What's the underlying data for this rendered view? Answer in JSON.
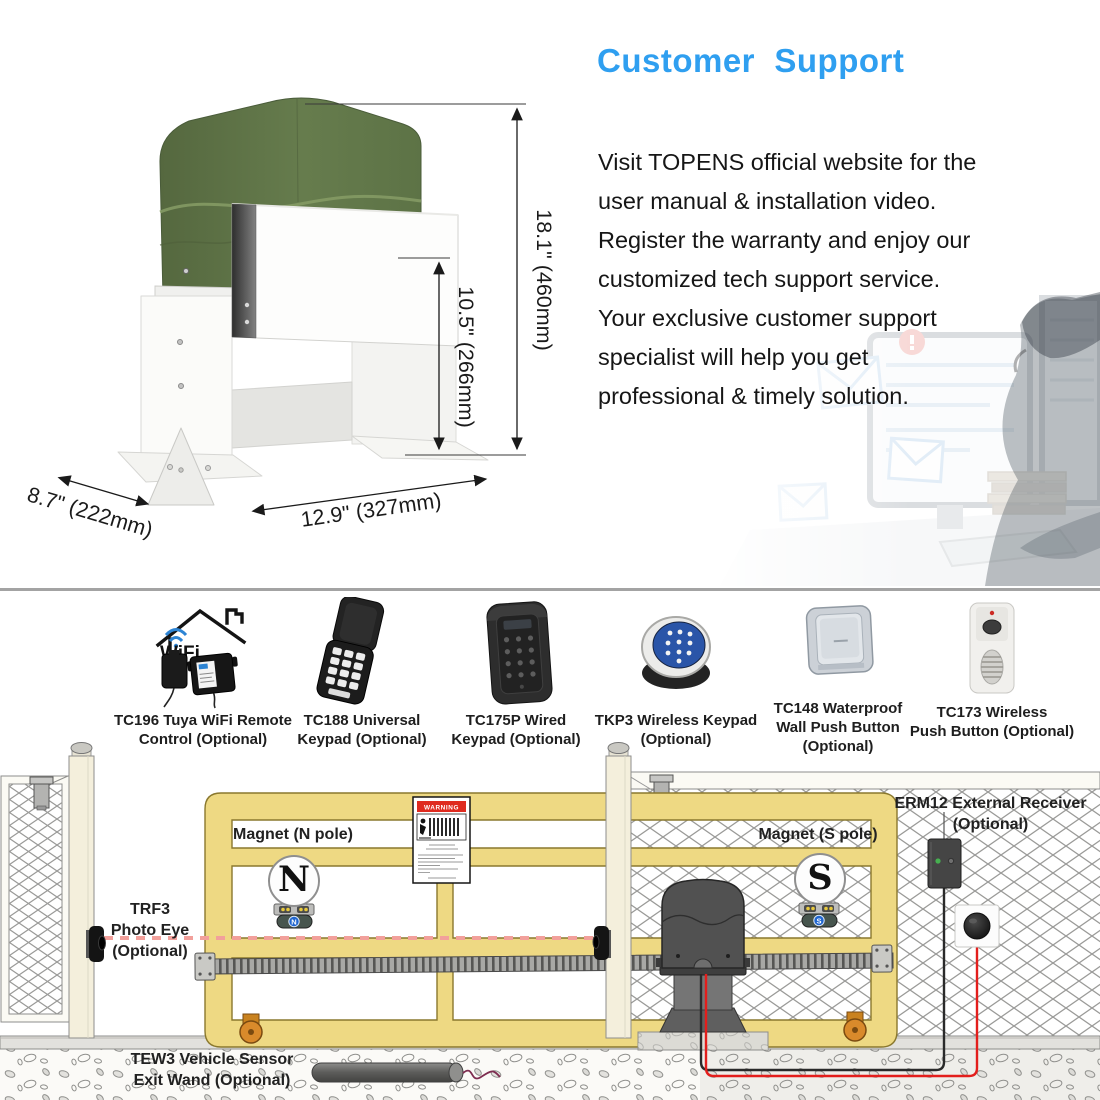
{
  "top": {
    "heading": "Customer  Support",
    "heading_color": "#2f9ff0",
    "paragraph_lines": [
      "Visit TOPENS official website for the",
      "user manual & installation video.",
      "Register the warranty and enjoy our",
      "customized tech support service.",
      "Your exclusive customer support",
      "specialist will help you get",
      "professional & timely solution."
    ],
    "dimensions": {
      "height_total": "18.1\" (460mm)",
      "bracket_height": "10.5\" (266mm)",
      "depth": "8.7\" (222mm)",
      "width": "12.9\" (327mm)"
    }
  },
  "accessories": [
    {
      "wifi_text": "WiFi",
      "label_lines": [
        "TC196 Tuya WiFi Remote",
        "Control (Optional)"
      ]
    },
    {
      "label_lines": [
        "TC188 Universal",
        "Keypad (Optional)"
      ]
    },
    {
      "label_lines": [
        "TC175P Wired",
        "Keypad (Optional)"
      ]
    },
    {
      "label_lines": [
        "TKP3 Wireless Keypad",
        "(Optional)"
      ]
    },
    {
      "label_lines": [
        "TC148 Waterproof",
        "Wall Push Button",
        "(Optional)"
      ]
    },
    {
      "label_lines": [
        "TC173 Wireless",
        "Push Button (Optional)"
      ]
    }
  ],
  "diagram": {
    "magnet_n_label": "Magnet (N pole)",
    "magnet_s_label": "Magnet (S pole)",
    "magnet_n_letter": "N",
    "magnet_s_letter": "S",
    "magnet_n_badge": "N",
    "magnet_s_badge": "S",
    "trf3_label_lines": [
      "TRF3",
      "Photo Eye",
      "(Optional)"
    ],
    "erm12_label_lines": [
      "ERM12 External Receiver",
      "(Optional)"
    ],
    "tew3_label_lines": [
      "TEW3 Vehicle Sensor",
      "Exit Wand (Optional)"
    ],
    "warning_sign_title": "WARNING",
    "colors": {
      "gate_yellow": "#eed983",
      "gate_border": "#8a782e",
      "beam_red": "#f2a09b",
      "wire_red": "#e31e1c",
      "wire_black": "#2a2a2a",
      "cover_green": "#64794b"
    }
  }
}
